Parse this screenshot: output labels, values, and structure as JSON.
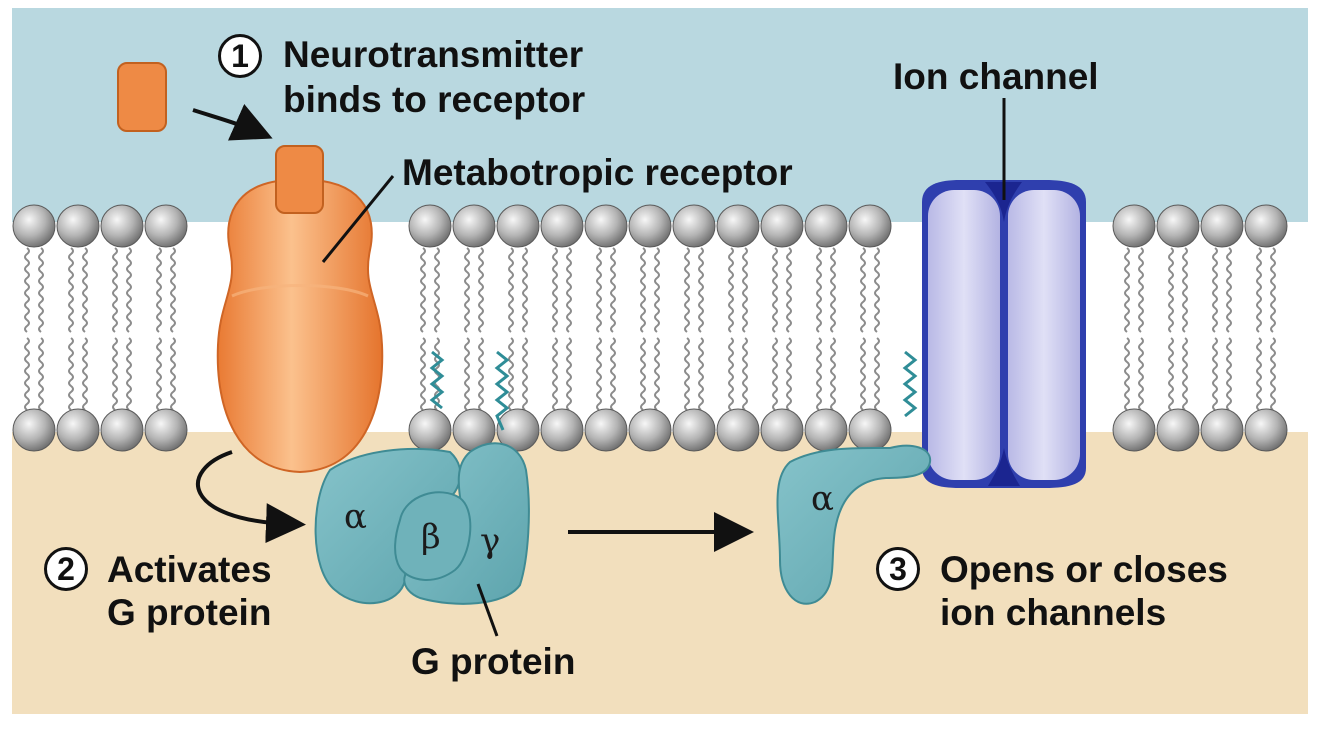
{
  "labels": {
    "step1_line1": "Neurotransmitter",
    "step1_line2": "binds to receptor",
    "metabotropic_receptor": "Metabotropic receptor",
    "ion_channel": "Ion channel",
    "step2_line1": "Activates",
    "step2_line2": "G protein",
    "g_protein": "G protein",
    "step3_line1": "Opens or closes",
    "step3_line2": "ion channels"
  },
  "steps": {
    "s1": "1",
    "s2": "2",
    "s3": "3"
  },
  "subunits": {
    "alpha": "α",
    "beta": "β",
    "gamma": "γ",
    "alpha_released": "α"
  },
  "colors": {
    "extracellular": "#b9d8e0",
    "cytoplasm": "#f2dfbd",
    "receptor": "#f0934f",
    "neurotransmitter": "#ee8a45",
    "g_protein": "#6fb2ba",
    "ion_channel": "#c9c9ee",
    "ion_channel_outline": "#2f3fae"
  }
}
